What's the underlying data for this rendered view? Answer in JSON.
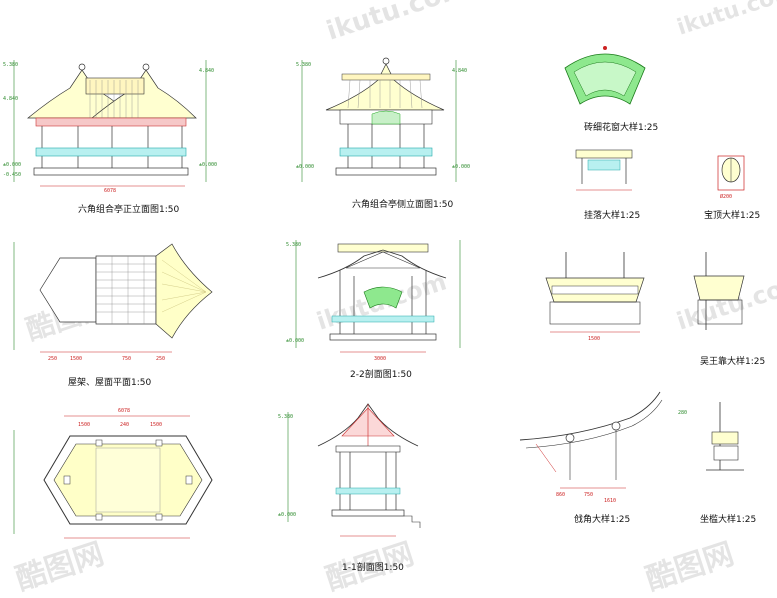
{
  "drawing": {
    "titles": {
      "front_elevation": "六角组合亭正立面图1:50",
      "side_elevation": "六角组合亭侧立面图1:50",
      "window_detail": "砖细花窗大样1:25",
      "hanging_detail": "挂落大样1:25",
      "finial_detail": "宝顶大样1:25",
      "roof_plan": "屋架、屋面平面1:50",
      "section_22": "2-2剖面图1:50",
      "seat_detail": "吴王靠大样1:25",
      "eave_detail": "戗角大样1:25",
      "sill_detail": "坐槛大样1:25",
      "section_11": "1-1剖面图1:50",
      "floor_plan": ""
    },
    "dims": {
      "front_width": "6078",
      "elev_top": "5.380",
      "elev_ridge": "4.840",
      "elev_zero": "±0.000",
      "elev_neg": "-0.450",
      "sec_width": "3000",
      "roof_dims": [
        "250",
        "1500",
        "750",
        "250"
      ],
      "plan_width": "6078",
      "plan_dims": [
        "1500",
        "240",
        "1500"
      ],
      "seat_width": "1500",
      "eave_dims": [
        "860",
        "750",
        "1610"
      ],
      "finial_dim": "Ø200"
    },
    "watermark": {
      "text": "ikutu.com",
      "cn": "酷图网"
    }
  }
}
